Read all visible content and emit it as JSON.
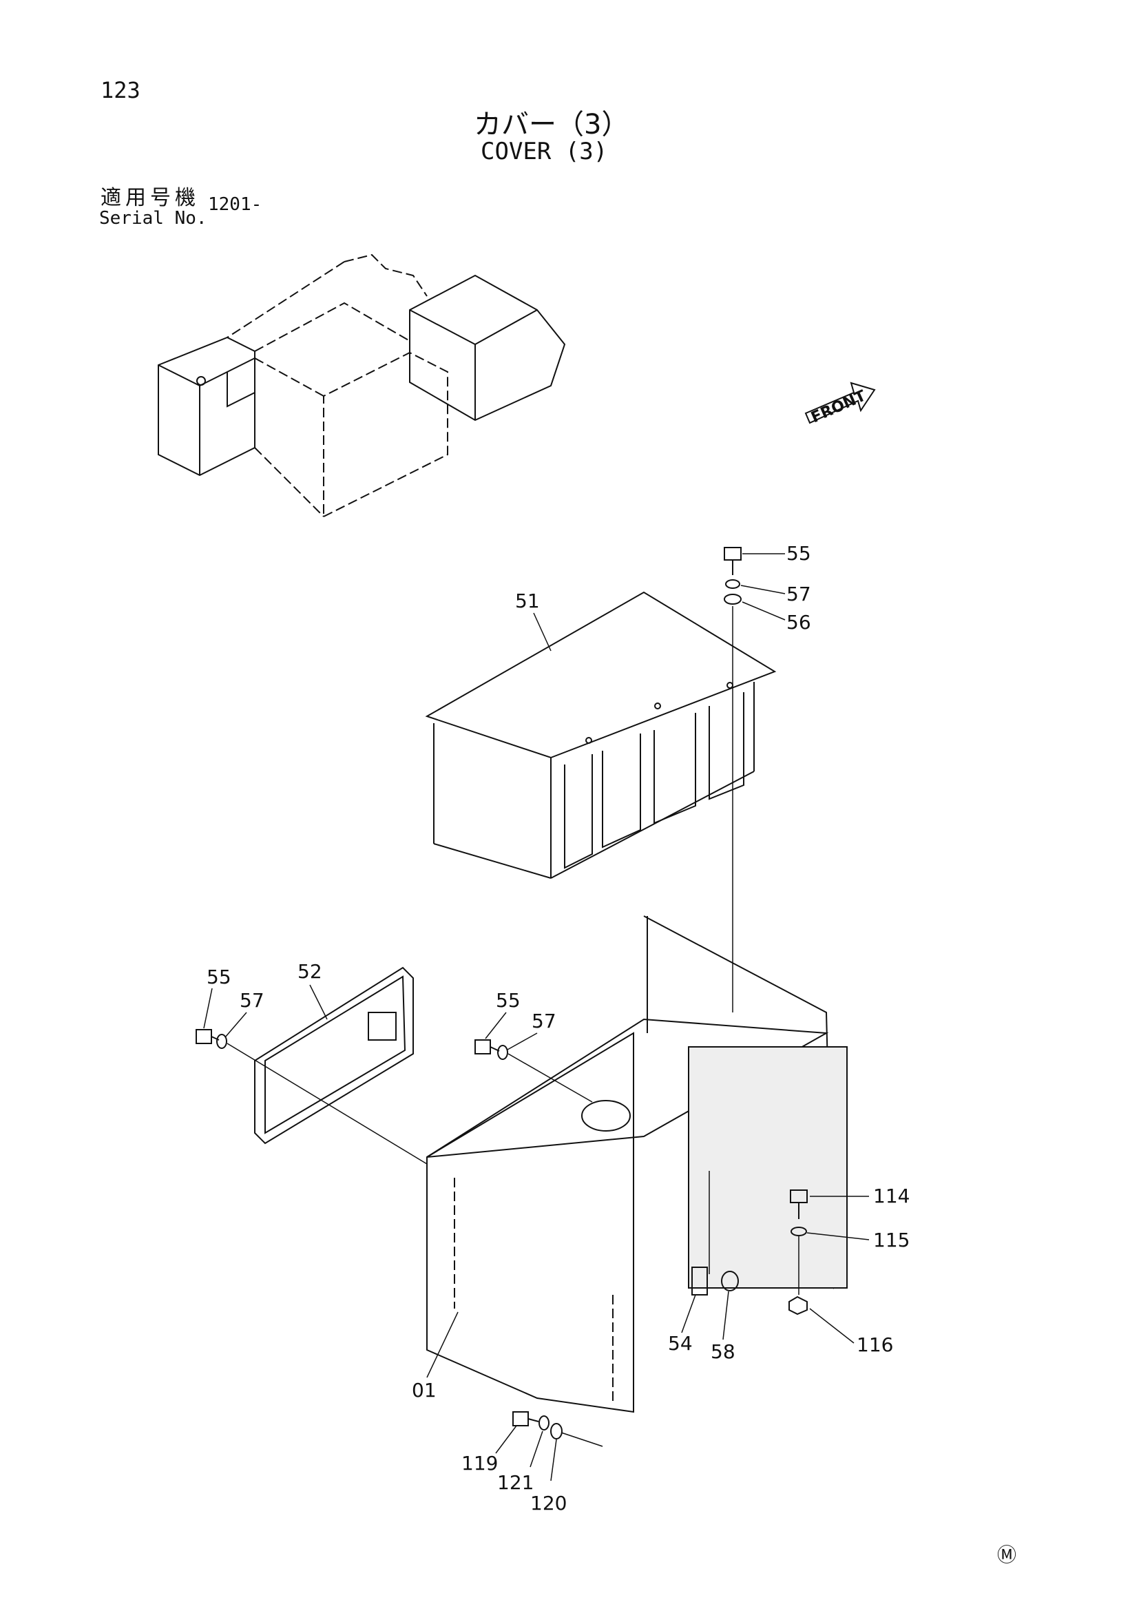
{
  "header": {
    "page_number": "123",
    "title_jp": "カバー（3）",
    "title_en": "COVER (3)"
  },
  "serial": {
    "label_jp": "適用号機",
    "label_en": "Serial No.",
    "value": "1201-"
  },
  "front_arrow_label": "FRONT",
  "callouts": {
    "c51": "51",
    "c55_top": "55",
    "c57_top": "57",
    "c56": "56",
    "c52": "52",
    "c55_left": "55",
    "c57_left": "57",
    "c55_mid": "55",
    "c57_mid": "57",
    "c114": "114",
    "c115": "115",
    "c116": "116",
    "c54": "54",
    "c58": "58",
    "c01": "01",
    "c119": "119",
    "c121": "121",
    "c120": "120"
  },
  "footer_mark": "Ⓜ"
}
